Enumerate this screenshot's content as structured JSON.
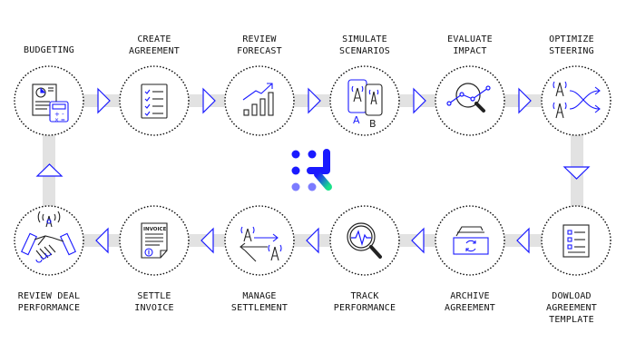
{
  "steps": [
    {
      "label": "BUDGETING",
      "icon": "budget-calculator-icon"
    },
    {
      "label": "CREATE\nAGREEMENT",
      "icon": "checklist-icon"
    },
    {
      "label": "REVIEW\nFORECAST",
      "icon": "bar-chart-trend-icon"
    },
    {
      "label": "SIMULATE\nSCENARIOS",
      "icon": "ab-phone-tower-icon",
      "marks": [
        "A",
        "B"
      ]
    },
    {
      "label": "EVALUATE\nIMPACT",
      "icon": "magnifier-graph-icon"
    },
    {
      "label": "OPTIMIZE\nSTEERING",
      "icon": "tower-steering-arrows-icon"
    },
    {
      "label": "DOWLOAD\nAGREEMENT\nTEMPLATE",
      "icon": "template-document-icon"
    },
    {
      "label": "ARCHIVE\nAGREEMENT",
      "icon": "archive-box-icon"
    },
    {
      "label": "TRACK\nPERFORMANCE",
      "icon": "magnifier-pulse-icon"
    },
    {
      "label": "MANAGE\nSETTLEMENT",
      "icon": "towers-exchange-icon"
    },
    {
      "label": "SETTLE\nINVOICE",
      "icon": "invoice-icon",
      "marks": [
        "INVOICE"
      ]
    },
    {
      "label": "REVIEW DEAL\nPERFORMANCE",
      "icon": "handshake-tower-icon"
    }
  ],
  "colors": {
    "accent": "#1a1aff",
    "line": "#222222",
    "track": "#e2e2e2",
    "logo_light": "#7b7bff",
    "logo_green": "#19e08a"
  }
}
